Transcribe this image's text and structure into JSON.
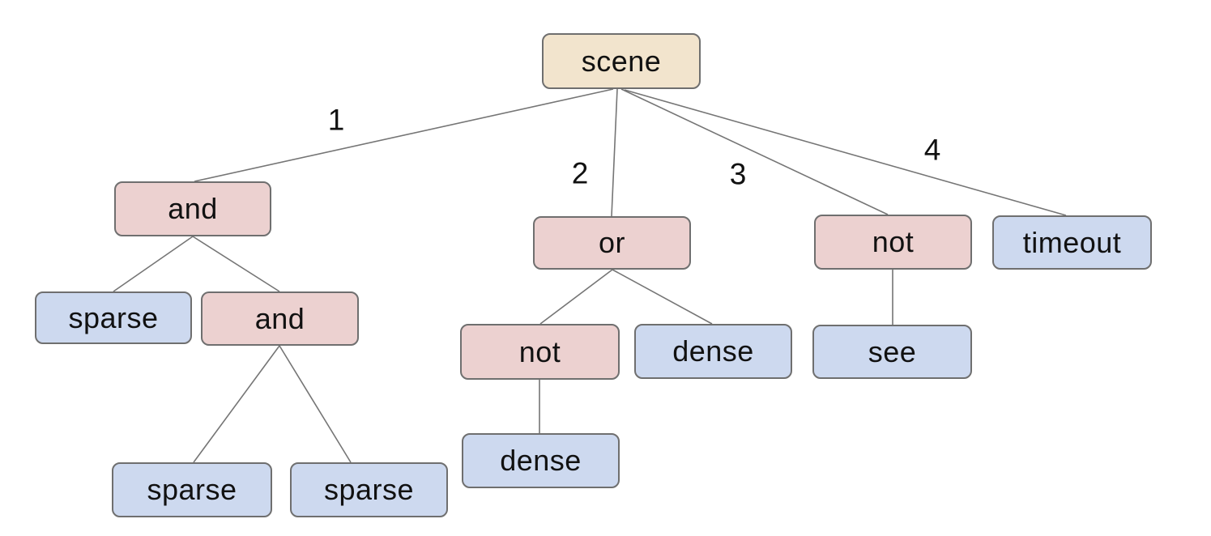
{
  "diagram": {
    "description": "behavior tree rooted at scene with numbered child branches",
    "colors": {
      "background": "#ffffff",
      "root_fill": "#f2e4cd",
      "operator_fill": "#ecd1d0",
      "leaf_fill": "#cdd9ef",
      "node_border": "#6f6f6f",
      "edge_stroke": "#757575",
      "text": "#111111"
    },
    "nodes": [
      {
        "id": "scene",
        "label": "scene",
        "type": "root"
      },
      {
        "id": "and-1",
        "label": "and",
        "type": "operator"
      },
      {
        "id": "or-1",
        "label": "or",
        "type": "operator"
      },
      {
        "id": "not-1",
        "label": "not",
        "type": "operator"
      },
      {
        "id": "timeout-1",
        "label": "timeout",
        "type": "leaf"
      },
      {
        "id": "sparse-1",
        "label": "sparse",
        "type": "leaf"
      },
      {
        "id": "and-2",
        "label": "and",
        "type": "operator"
      },
      {
        "id": "not-2",
        "label": "not",
        "type": "operator"
      },
      {
        "id": "dense-1",
        "label": "dense",
        "type": "leaf"
      },
      {
        "id": "see-1",
        "label": "see",
        "type": "leaf"
      },
      {
        "id": "sparse-2",
        "label": "sparse",
        "type": "leaf"
      },
      {
        "id": "sparse-3",
        "label": "sparse",
        "type": "leaf"
      },
      {
        "id": "dense-2",
        "label": "dense",
        "type": "leaf"
      }
    ],
    "edge_labels": [
      {
        "text": "1"
      },
      {
        "text": "2"
      },
      {
        "text": "3"
      },
      {
        "text": "4"
      }
    ],
    "edges": [
      {
        "from": "scene",
        "to": "and-1",
        "label": "1"
      },
      {
        "from": "scene",
        "to": "or-1",
        "label": "2"
      },
      {
        "from": "scene",
        "to": "not-1",
        "label": "3"
      },
      {
        "from": "scene",
        "to": "timeout-1",
        "label": "4"
      },
      {
        "from": "and-1",
        "to": "sparse-1",
        "label": ""
      },
      {
        "from": "and-1",
        "to": "and-2",
        "label": ""
      },
      {
        "from": "and-2",
        "to": "sparse-2",
        "label": ""
      },
      {
        "from": "and-2",
        "to": "sparse-3",
        "label": ""
      },
      {
        "from": "or-1",
        "to": "not-2",
        "label": ""
      },
      {
        "from": "or-1",
        "to": "dense-1",
        "label": ""
      },
      {
        "from": "not-2",
        "to": "dense-2",
        "label": ""
      },
      {
        "from": "not-1",
        "to": "see-1",
        "label": ""
      }
    ]
  }
}
